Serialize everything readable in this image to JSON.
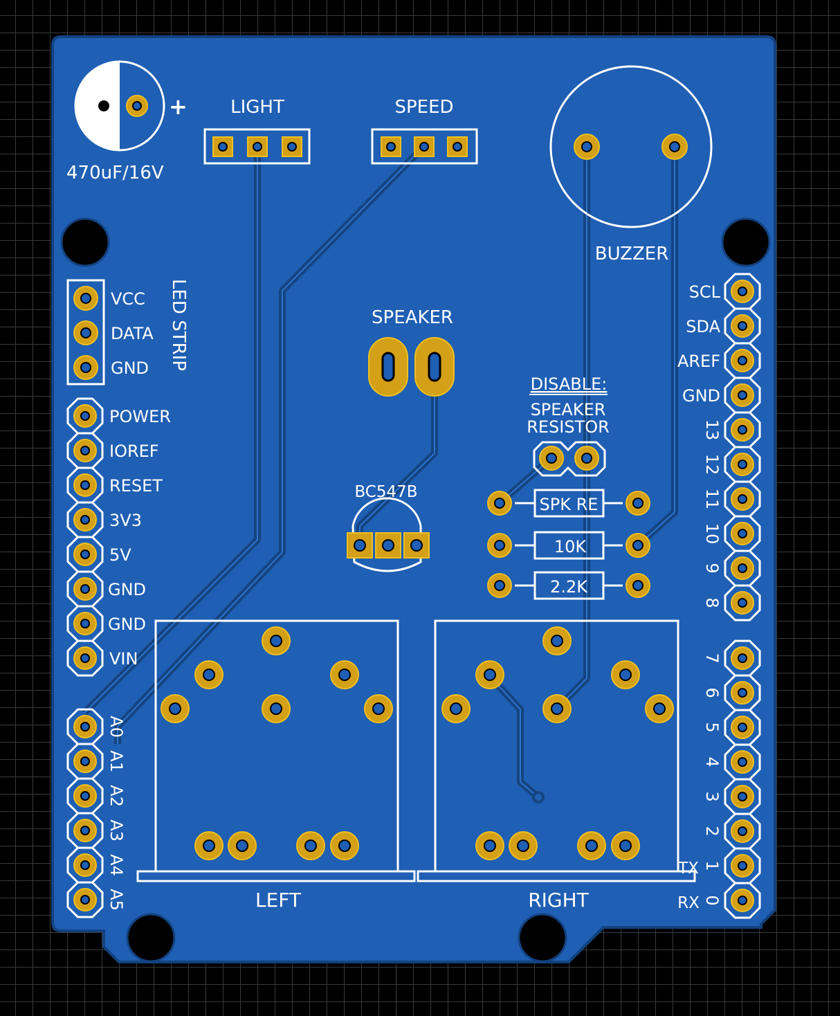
{
  "colors": {
    "board": "#1f5fb4",
    "board_edge": "#13427f",
    "trace": "#15447f",
    "pad_gold": "#d4a017",
    "pad_ring": "#f0c020",
    "silk": "#ffffff",
    "hole": "#000000"
  },
  "capacitor": {
    "label": "470uF/16V",
    "polarity": "+"
  },
  "headers": {
    "light": "LIGHT",
    "speed": "SPEED"
  },
  "buzzer": {
    "label": "BUZZER"
  },
  "led_strip": {
    "title": "LED STRIP",
    "pins": [
      "VCC",
      "DATA",
      "GND"
    ]
  },
  "power_header": {
    "pins": [
      "POWER",
      "IOREF",
      "RESET",
      "3V3",
      "5V",
      "GND",
      "GND",
      "VIN"
    ]
  },
  "analog_header": {
    "pins": [
      "A0",
      "A1",
      "A2",
      "A3",
      "A4",
      "A5"
    ]
  },
  "upper_digital": {
    "pins": [
      "SCL",
      "SDA",
      "AREF",
      "GND",
      "13",
      "12",
      "11",
      "10",
      "9",
      "8"
    ]
  },
  "lower_digital": {
    "pins": [
      "7",
      "6",
      "5",
      "4",
      "3",
      "2",
      "1",
      "0"
    ],
    "tx": "TX",
    "rx": "RX"
  },
  "speaker": {
    "label": "SPEAKER"
  },
  "transistor": {
    "label": "BC547B"
  },
  "jumper": {
    "line1": "DISABLE:",
    "line2": "SPEAKER",
    "line3": "RESISTOR"
  },
  "resistors": [
    "SPK RE",
    "10K",
    "2.2K"
  ],
  "jacks": {
    "left": "LEFT",
    "right": "RIGHT"
  }
}
